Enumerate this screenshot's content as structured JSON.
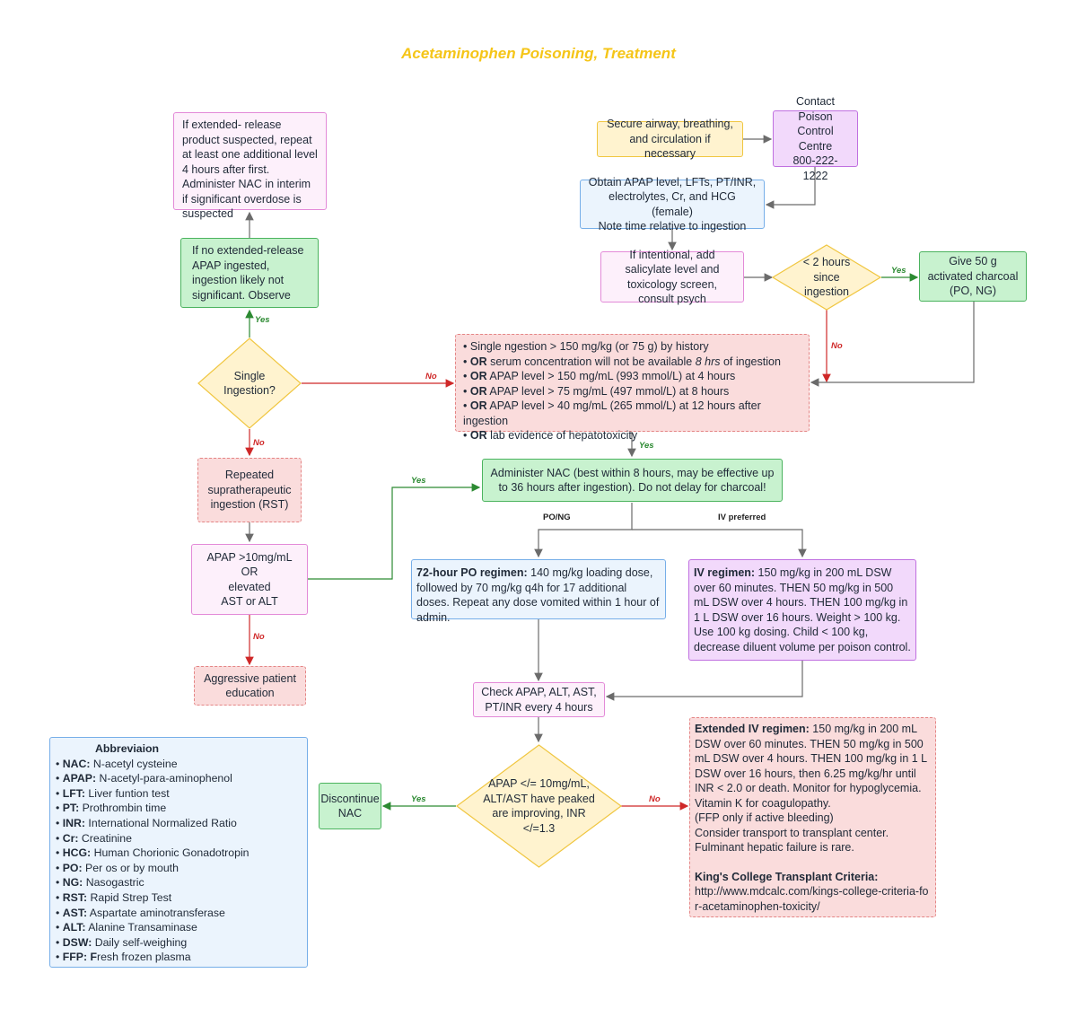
{
  "title": "Acetaminophen Poisoning, Treatment",
  "nodes": {
    "secure_airway": "Secure airway, breathing, and circulation if necessary",
    "contact_poison": [
      "Contact Poison",
      "Control Centre",
      "800-222-1222"
    ],
    "obtain_apap": [
      "Obtain APAP level, LFTs, PT/INR,",
      "electrolytes, Cr, and HCG (female)",
      "Note time relative to ingestion"
    ],
    "if_intentional": "If intentional, add salicylate level and toxicology screen, consult psych",
    "lt_2_hours": "< 2 hours since ingestion",
    "charcoal": "Give 50 g activated charcoal (PO, NG)",
    "extended_release": "If extended- release product suspected, repeat at least one additional level 4 hours after first. Administer NAC in interim if significant overdose is suspected",
    "no_extended_release": "If no extended-release APAP ingested, ingestion likely not significant. Observe",
    "single_ingestion": "Single Ingestion?",
    "criteria": [
      {
        "b": "",
        "t": "Single ngestion > 150 mg/kg (or 75 g) by history"
      },
      {
        "b": "OR",
        "t": " serum concentration will not be available ",
        "i": "8 hrs",
        "t2": " of ingestion"
      },
      {
        "b": "OR",
        "t": " APAP level > 150 mg/mL (993 mmol/L) at 4 hours"
      },
      {
        "b": "OR",
        "t": " APAP level > 75 mg/mL (497 mmol/L) at 8 hours"
      },
      {
        "b": "OR",
        "t": " APAP level > 40 mg/mL (265 mmol/L) at 12 hours after ingestion"
      },
      {
        "b": "OR",
        "t": " lab evidence of hepatotoxicity"
      }
    ],
    "administer_nac": "Administer NAC (best within 8 hours, may be effective up to 36 hours after ingestion). Do not delay for charcoal!",
    "repeated_rst": "Repeated supratherapeutic ingestion  (RST)",
    "apap_elevated": [
      "APAP >10mg/mL",
      "OR",
      "elevated",
      "AST or ALT"
    ],
    "aggressive_education": "Aggressive patient education",
    "po_regimen": {
      "bold": "72-hour PO regimen:",
      "text": " 140 mg/kg loading dose, followed by 70 mg/kg q4h for 17 additional doses. Repeat any dose vomited within 1 hour of admin."
    },
    "iv_regimen": {
      "bold": "IV regimen:",
      "text": " 150 mg/kg in 200 mL DSW over 60 minutes. THEN 50 mg/kg in 500 mL DSW over 4 hours. THEN 100 mg/kg in 1 L DSW over 16 hours. Weight > 100 kg. Use 100 kg dosing. Child < 100 kg, decrease diluent volume per poison control."
    },
    "check_apap": "Check APAP, ALT, AST, PT/INR every 4 hours",
    "apap_decision": "APAP  </= 10mg/mL, ALT/AST have peaked are improving, INR </=1.3",
    "discontinue_nac": "Discontinue NAC",
    "extended_iv": {
      "bold": "Extended IV regimen:",
      "text": " 150 mg/kg in 200 mL DSW over 60 minutes. THEN 50 mg/kg in 500 mL DSW over 4 hours. THEN 100 mg/kg in 1 L DSW over 16 hours, then 6.25 mg/kg/hr until INR < 2.0 or death. Monitor for hypoglycemia.",
      "lines": [
        "Vitamin K for coagulopathy.",
        "(FFP only if active bleeding)",
        "Consider transport to transplant center.",
        "Fulminant hepatic failure is rare."
      ],
      "kings_title": "King's College Transplant Criteria:",
      "kings_url": "http://www.mdcalc.com/kings-college-criteria-for-acetaminophen-toxicity/"
    }
  },
  "abbreviations": {
    "title": "Abbreviaion",
    "items": [
      {
        "abbr": "NAC:",
        "def": " N-acetyl cysteine"
      },
      {
        "abbr": "APAP:",
        "def": " N-acetyl-para-aminophenol"
      },
      {
        "abbr": "LFT:",
        "def": " Liver funtion test"
      },
      {
        "abbr": "PT:",
        "def": " Prothrombin time"
      },
      {
        "abbr": "INR:",
        "def": " International Normalized Ratio"
      },
      {
        "abbr": "Cr:",
        "def": " Creatinine"
      },
      {
        "abbr": "HCG:",
        "def": " Human Chorionic Gonadotropin"
      },
      {
        "abbr": "PO:",
        "def": " Per os or by mouth"
      },
      {
        "abbr": "NG:",
        "def": " Nasogastric"
      },
      {
        "abbr": "RST:",
        "def": " Rapid Strep Test"
      },
      {
        "abbr": "AST:",
        "def": " Aspartate aminotransferase"
      },
      {
        "abbr": "ALT:",
        "def": " Alanine Transaminase"
      },
      {
        "abbr": "DSW:",
        "def": " Daily self-weighing"
      },
      {
        "abbr": "FFP:",
        "def": " ",
        "bold_f": "F",
        "rest": "resh frozen plasma"
      }
    ]
  },
  "edge_labels": {
    "yes": "Yes",
    "no": "No",
    "po_ng": "PO/NG",
    "iv_preferred": "IV preferred"
  },
  "colors": {
    "title": "#f5c518",
    "yes_edge": "#2c8a32",
    "no_edge": "#cf2828",
    "neutral_edge": "#6b6b6b"
  }
}
